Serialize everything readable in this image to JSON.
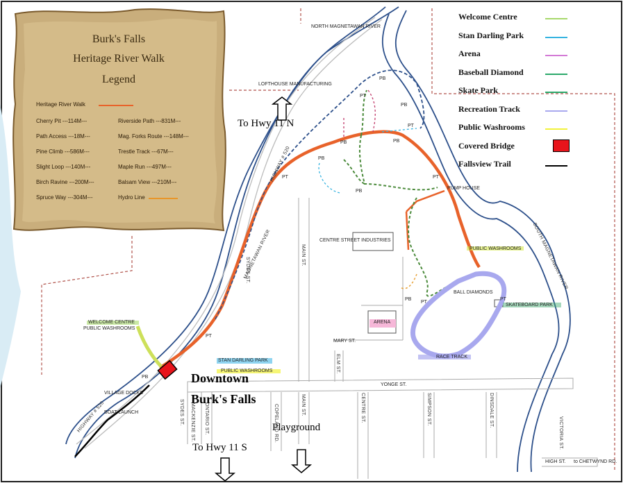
{
  "legend": {
    "title_line1": "Burk's Falls",
    "title_line2": "Heritage River Walk",
    "title_line3": "Legend",
    "items": {
      "heritage": "Heritage River Walk",
      "cherry": "Cherry Pit ---114M---",
      "riverside": "Riverside Path ---831M---",
      "access": "Path Access ---18M---",
      "magforks": "Mag. Forks Route ---148M---",
      "pine": "Pine Climb ---586M---",
      "trestle": "Trestle Track ---67M---",
      "slight": "Slight Loop ---140M---",
      "maple": "Maple Run ---497M---",
      "birch": "Birch Ravine ---200M---",
      "balsam": "Balsam View ---210M---",
      "spruce": "Spruce Way ---304M---",
      "hydro": "Hydro Line"
    }
  },
  "right_legend": [
    {
      "label": "Welcome Centre",
      "color": "#a6d86a"
    },
    {
      "label": "Stan Darling Park",
      "color": "#35b3e0"
    },
    {
      "label": "Arena",
      "color": "#d37ad6"
    },
    {
      "label": "Baseball Diamond",
      "color": "#2aa86a"
    },
    {
      "label": "Skate Park",
      "color": "#2aa86a"
    },
    {
      "label": "Recreation Track",
      "color": "#a8a8ee"
    },
    {
      "label": "Public Washrooms",
      "color": "#f2f23a"
    },
    {
      "label": "Covered Bridge",
      "color": "#e8141b"
    },
    {
      "label": "Fallsview Trail",
      "color": "#000000"
    }
  ],
  "labels": {
    "to_hwy_north": "To Hwy 11 N",
    "to_hwy_south": "To Hwy 11 S",
    "downtown1": "Downtown",
    "downtown2": "Burk's Falls",
    "playground": "Playground",
    "north_river": "NORTH MAGNETAWAN RIVER",
    "lofthouse": "LOFTHOUSE MANUFACTURING",
    "pump_house": "PUMP HOUSE",
    "centre_street_industries": "CENTRE STREET INDUSTRIES",
    "public_washrooms_track": "PUBLIC WASHROOMS",
    "ball_diamonds": "BALL DIAMONDS",
    "skateboard_park": "SKATEBOARD PARK",
    "arena": "ARENA",
    "race_track": "RACE TRACK",
    "welcome_centre": "WELCOME CENTRE",
    "public_washrooms_wc": "PUBLIC WASHROOMS",
    "stan_darling_park": "STAN DARLING PARK",
    "public_washrooms_park": "PUBLIC WASHROOMS",
    "village_docks": "VILLAGE DOCKS",
    "boat_launch": "BOAT LAUNCH",
    "yonge_st": "YONGE ST.",
    "mary_st": "MARY ST.",
    "high_st": "HIGH ST.",
    "chetwynd": "to CHETWYND RD.",
    "main_st": "MAIN ST.",
    "main_st_south": "MAIN ST.",
    "elm_st": "ELM ST.",
    "centre_st": "CENTRE ST.",
    "simpson_st": "SIMPSON ST.",
    "dinsdale_st": "DINSDALE ST.",
    "victoria_st": "VICTORIA ST.",
    "copeland_rd": "COPELAND RD.",
    "ontario_st": "ONTARIO ST.",
    "mackenzie_st": "MACKENZIE ST.",
    "sydes_st_s": "SYDES ST.",
    "sydes_st_n": "SYDES ST.",
    "magnetawan_river": "MAGNETAWAN RIVER",
    "south_magnetawan_river": "SOUTH MAGNETAWAN RIVER",
    "highway_520_n": "HIGHWAY # 520",
    "highway_520_s": "HIGHWAY # 520",
    "pb": "PB",
    "pt": "PT"
  }
}
